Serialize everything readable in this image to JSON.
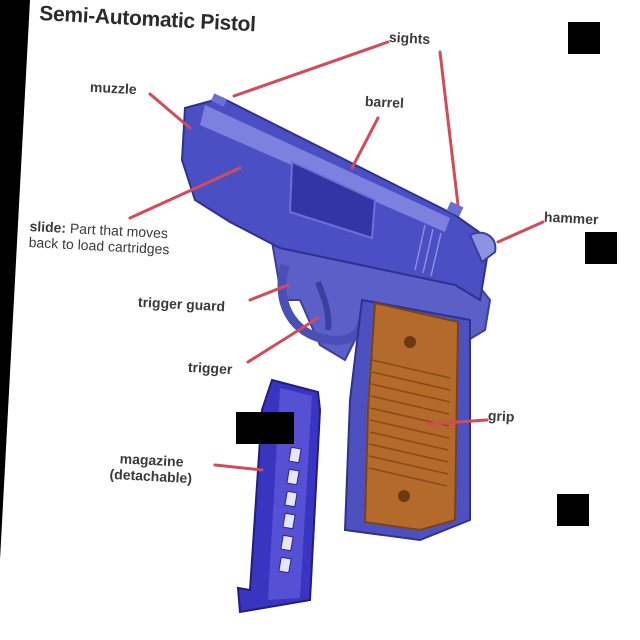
{
  "title": "Semi-Automatic Pistol",
  "labels": {
    "sights": "sights",
    "muzzle": "muzzle",
    "barrel": "barrel",
    "hammer": "hammer",
    "slide_term": "slide:",
    "slide_desc_1": "Part that moves",
    "slide_desc_2": "back to load cartridges",
    "trigger_guard": "trigger guard",
    "trigger": "trigger",
    "grip": "grip",
    "magazine_1": "magazine",
    "magazine_2": "(detachable)"
  },
  "colors": {
    "leader_line": "#d24b5a",
    "gun_body": "#4b4fc4",
    "grip": "#b46a2a",
    "magazine": "#3a35c0",
    "label_text": "#3a3a3a"
  }
}
